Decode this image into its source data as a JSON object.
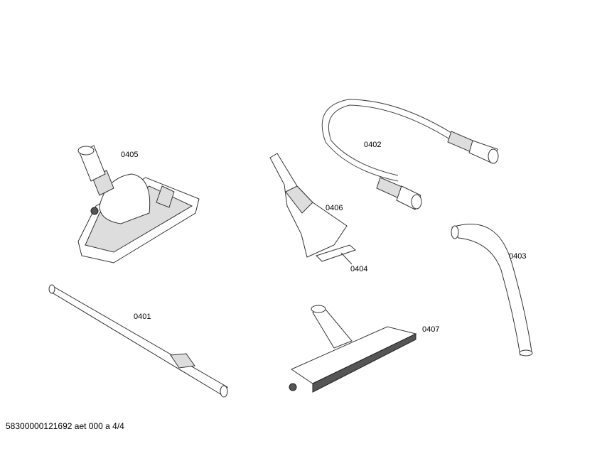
{
  "parts": [
    {
      "id": "0405",
      "name": "floor-nozzle"
    },
    {
      "id": "0402",
      "name": "hose"
    },
    {
      "id": "0406",
      "name": "crevice-tool"
    },
    {
      "id": "0404",
      "name": "strip"
    },
    {
      "id": "0403",
      "name": "handle-bend"
    },
    {
      "id": "0401",
      "name": "telescopic-tube"
    },
    {
      "id": "0407",
      "name": "hard-floor-nozzle"
    }
  ],
  "footer": "58300000121692 aet 000 a 4/4"
}
